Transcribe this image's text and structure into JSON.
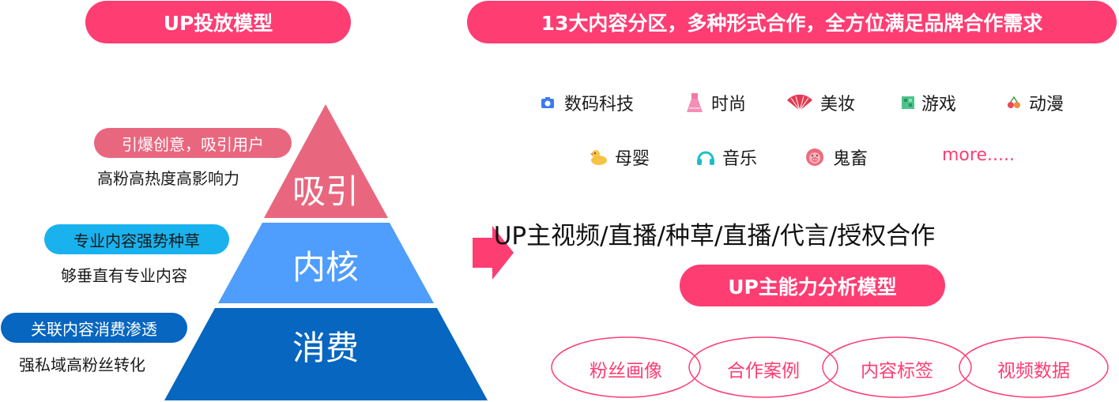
{
  "left": {
    "title": "UP投放模型",
    "layers": [
      {
        "label": "吸引",
        "tag": "引爆创意，吸引用户",
        "desc": "高粉高热度高影响力",
        "color": "#e8677f",
        "tag_bg": "#e8677f",
        "tag_fg": "#ffffff"
      },
      {
        "label": "内核",
        "tag": "专业内容强势种草",
        "desc": "够垂直有专业内容",
        "color": "#4f9dfc",
        "tag_bg": "#19b2ee",
        "tag_fg": "#1a1a1a"
      },
      {
        "label": "消费",
        "tag": "关联内容消费渗透",
        "desc": "强私域高粉丝转化",
        "color": "#0766bf",
        "tag_bg": "#0766bf",
        "tag_fg": "#ffffff"
      }
    ]
  },
  "right": {
    "title": "13大内容分区，多种形式合作，全方位满足品牌合作需求",
    "categories_row1": [
      {
        "label": "数码科技",
        "icon": "camera-icon"
      },
      {
        "label": "时尚",
        "icon": "dress-icon"
      },
      {
        "label": "美妆",
        "icon": "fan-icon"
      },
      {
        "label": "游戏",
        "icon": "game-icon"
      },
      {
        "label": "动漫",
        "icon": "cherries-icon"
      }
    ],
    "categories_row2": [
      {
        "label": "母婴",
        "icon": "duck-icon"
      },
      {
        "label": "音乐",
        "icon": "headphones-icon"
      },
      {
        "label": "鬼畜",
        "icon": "pig-face-icon"
      }
    ],
    "more_label": "more.....",
    "cooperation_forms": "UP主视频/直播/种草/直播/代言/授权合作",
    "model_title": "UP主能力分析模型",
    "analysis_items": [
      "粉丝画像",
      "合作案例",
      "内容标签",
      "视频数据"
    ]
  },
  "colors": {
    "accent": "#fe3d73",
    "arrow": "#fe3d73"
  }
}
